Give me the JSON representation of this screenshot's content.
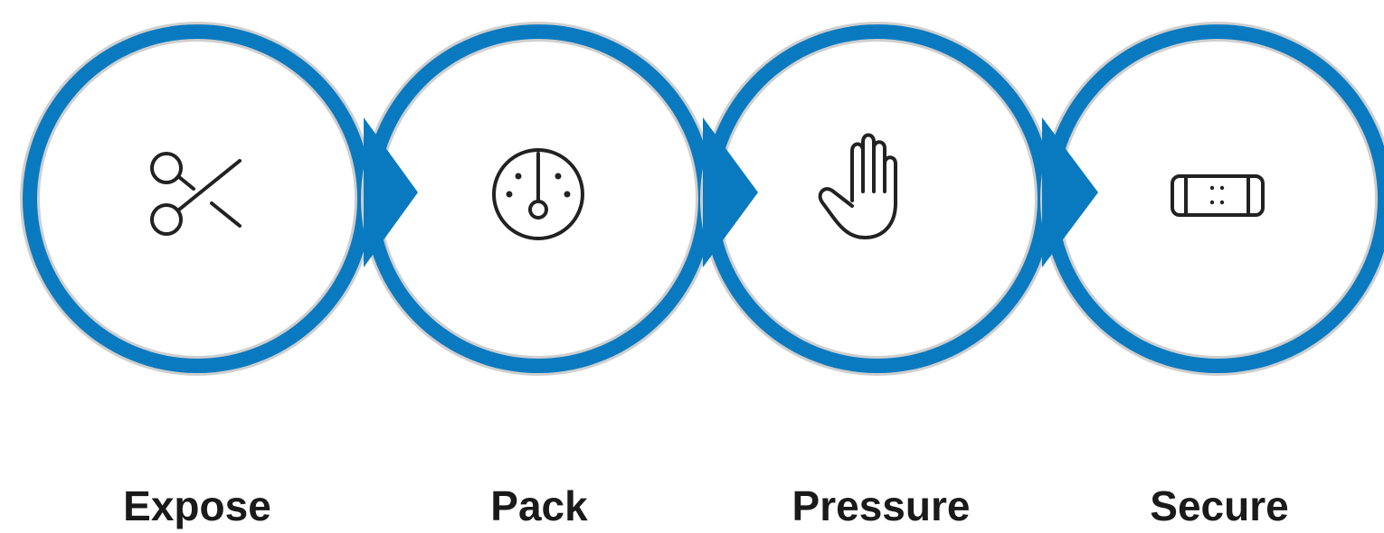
{
  "colors": {
    "ring": "#0a7ac0",
    "ring_shadow": "#cfcfcf",
    "icon_stroke": "#222222",
    "label": "#1a1a1a",
    "background": "#ffffff"
  },
  "steps": [
    {
      "label": "Expose",
      "icon": "scissors-icon"
    },
    {
      "label": "Pack",
      "icon": "gauge-icon"
    },
    {
      "label": "Pressure",
      "icon": "hand-icon"
    },
    {
      "label": "Secure",
      "icon": "bandage-icon"
    }
  ]
}
